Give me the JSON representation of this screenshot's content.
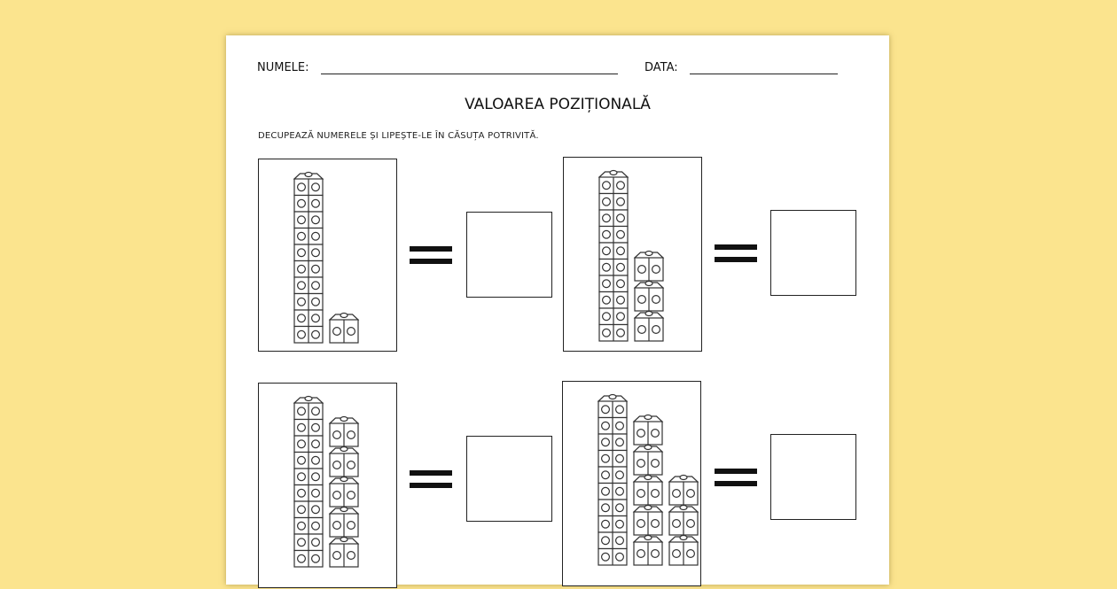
{
  "header": {
    "name_label": "NUMELE:",
    "date_label": "DATA:"
  },
  "title": "VALOAREA POZIȚIONALĂ",
  "instruction": "DECUPEAZĂ NUMERELE ȘI LIPEȘTE-LE ÎN CĂSUȚA POTRIVITĂ.",
  "panels": [
    {
      "tens": 1,
      "unit_columns": [
        1
      ]
    },
    {
      "tens": 1,
      "unit_columns": [
        3
      ]
    },
    {
      "tens": 1,
      "unit_columns": [
        5
      ]
    },
    {
      "tens": 1,
      "unit_columns": [
        5,
        3
      ]
    }
  ],
  "colors": {
    "background": "#fbe48e",
    "ink": "#222222"
  }
}
